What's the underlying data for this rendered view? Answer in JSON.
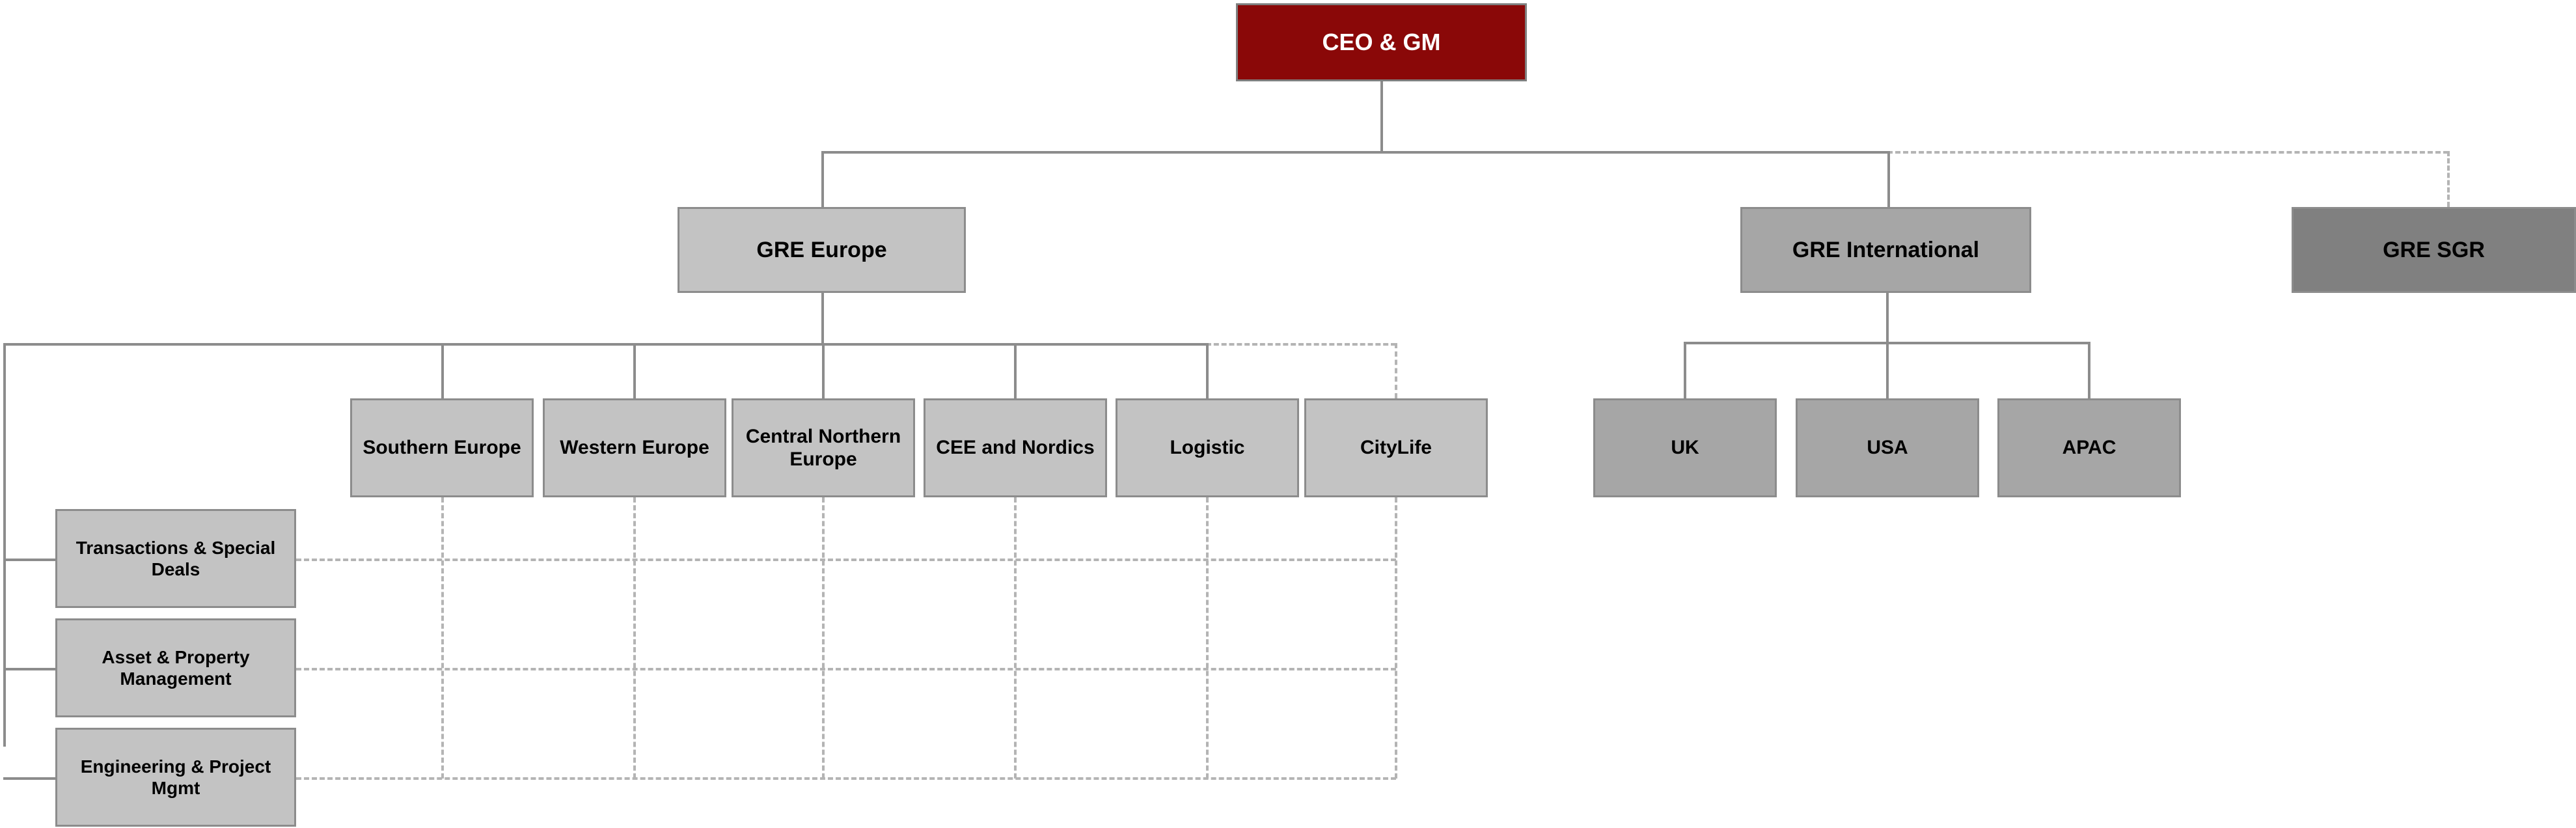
{
  "chart": {
    "type": "org-chart",
    "title": "Organization Chart",
    "colors": {
      "ceo_fill": "#8A0808",
      "ceo_text": "#FFFFFF",
      "light_gray_fill": "#C3C3C3",
      "mid_gray_fill": "#A6A6A6",
      "dark_gray_fill": "#808080",
      "border": "#8C8C8C",
      "solid_connector": "#8C8C8C",
      "dashed_connector": "#B4B4B4"
    }
  },
  "nodes": {
    "ceo": {
      "label": "CEO & GM"
    },
    "divisions": [
      {
        "label": "GRE Europe"
      },
      {
        "label": "GRE International"
      },
      {
        "label": "GRE SGR"
      }
    ],
    "europe_regions": [
      {
        "label": "Southern Europe"
      },
      {
        "label": "Western Europe"
      },
      {
        "label": "Central Northern Europe"
      },
      {
        "label": "CEE and Nordics"
      },
      {
        "label": "Logistic"
      },
      {
        "label": "CityLife"
      }
    ],
    "international_regions": [
      {
        "label": "UK"
      },
      {
        "label": "USA"
      },
      {
        "label": "APAC"
      }
    ],
    "functions": [
      {
        "label": "Transactions & Special Deals"
      },
      {
        "label": "Asset & Property Management"
      },
      {
        "label": "Engineering & Project Mgmt"
      }
    ]
  }
}
